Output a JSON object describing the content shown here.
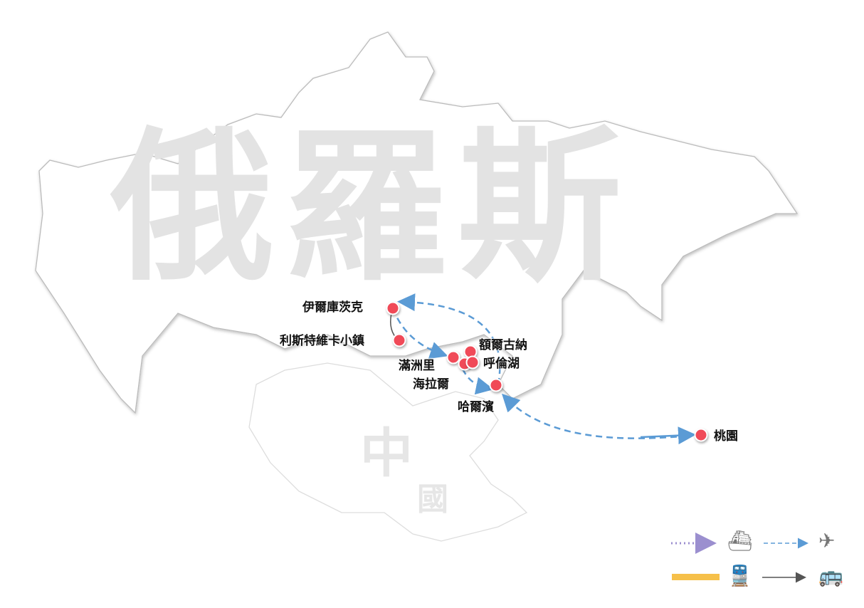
{
  "watermarks": {
    "russia": "俄羅斯",
    "china_1": "中",
    "china_2": "國"
  },
  "cities": [
    {
      "name": "伊爾庫茨克"
    },
    {
      "name": "利斯特維卡小鎮"
    },
    {
      "name": "額爾古納"
    },
    {
      "name": "滿洲里"
    },
    {
      "name": "呼倫湖"
    },
    {
      "name": "海拉爾"
    },
    {
      "name": "哈爾濱"
    },
    {
      "name": "桃園"
    }
  ],
  "legend": [
    {
      "mode": "ship",
      "icon": "ship-icon",
      "line_color": "#9b8fcf",
      "style": "dotted"
    },
    {
      "mode": "flight",
      "icon": "airplane-icon",
      "line_color": "#5b9bd5",
      "style": "dashed"
    },
    {
      "mode": "train",
      "icon": "train-icon",
      "line_color": "#f6c04a",
      "style": "solid-thick"
    },
    {
      "mode": "bus",
      "icon": "bus-icon",
      "line_color": "#555555",
      "style": "solid-arrow"
    }
  ],
  "colors": {
    "city_marker": "#f04a58",
    "flight_route": "#5b9bd5",
    "land_outline": "#c8c8c8"
  }
}
